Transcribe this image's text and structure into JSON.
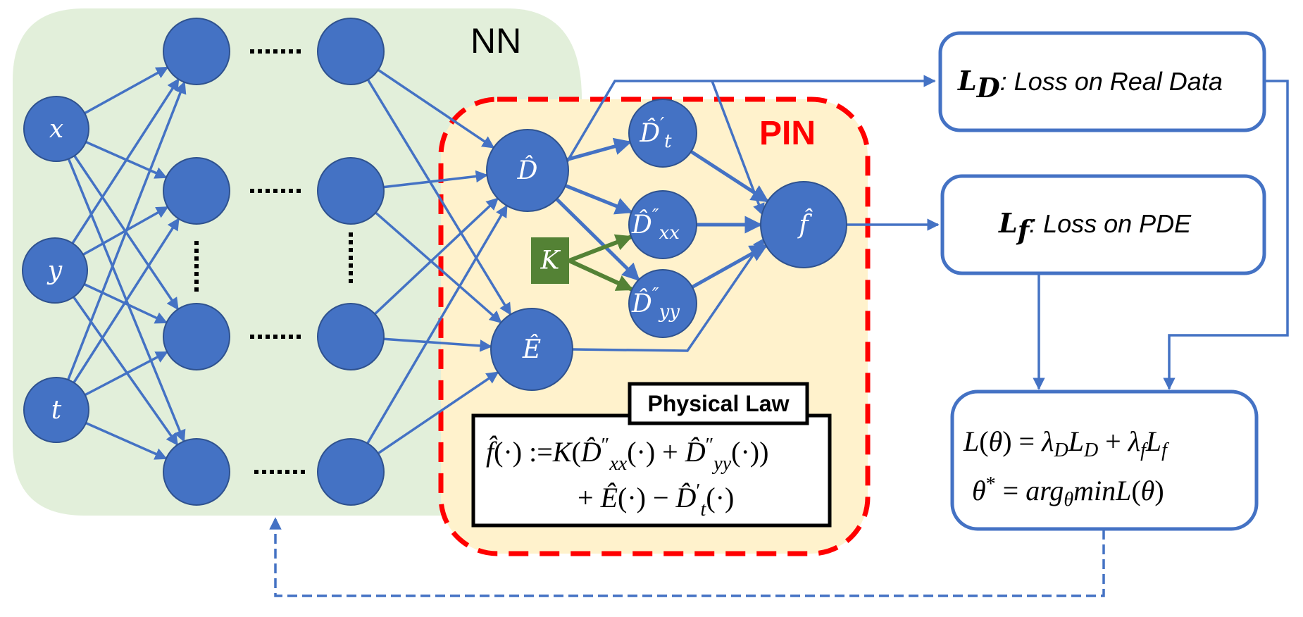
{
  "diagram": {
    "nn_label": "NN",
    "pin_label": "PIN",
    "inputs": [
      {
        "id": "x",
        "label": "x"
      },
      {
        "id": "y",
        "label": "y"
      },
      {
        "id": "t",
        "label": "t"
      }
    ],
    "hidden_layers": {
      "count_shown": 2,
      "nodes_per_layer_shown": 4,
      "ellipsis_horizontal": "•••••••",
      "ellipsis_vertical": "⋮"
    },
    "outputs": [
      {
        "id": "D",
        "label": "D̂"
      },
      {
        "id": "E",
        "label": "Ê"
      }
    ],
    "derivatives": [
      {
        "id": "Dt",
        "base": "D̂",
        "sup": "′",
        "sub": "t"
      },
      {
        "id": "Dxx",
        "base": "D̂",
        "sup": "″",
        "sub": "xx"
      },
      {
        "id": "Dyy",
        "base": "D̂",
        "sup": "″",
        "sub": "yy"
      }
    ],
    "parameter": {
      "id": "K",
      "label": "K"
    },
    "residual": {
      "id": "f",
      "label": "f̂"
    },
    "physical_law": {
      "title": "Physical Law",
      "line1": "f̂(·) :=K(D̂″ₓₓ(·) + D̂″ᵧᵧ(·))",
      "line2": "+ Ê(·) − D̂′ₜ(·)"
    },
    "loss_data": {
      "symbol": "L",
      "subscript": "D",
      "text": ": Loss on Real Data"
    },
    "loss_pde": {
      "symbol": "L",
      "subscript": "f",
      "text": ":  Loss on PDE"
    },
    "objective": {
      "line1": "L(θ) = λ_D L_D + λ_f L_f",
      "line2": "θ* = arg_θ min L(θ)"
    },
    "colors": {
      "node": "#4472C4",
      "node_outline": "#2F528F",
      "nn_background": "#E2EFDA",
      "pin_background": "#FFF2CC",
      "pin_border": "#FF0000",
      "param_box": "#548235",
      "arrow": "#4472C4"
    }
  }
}
